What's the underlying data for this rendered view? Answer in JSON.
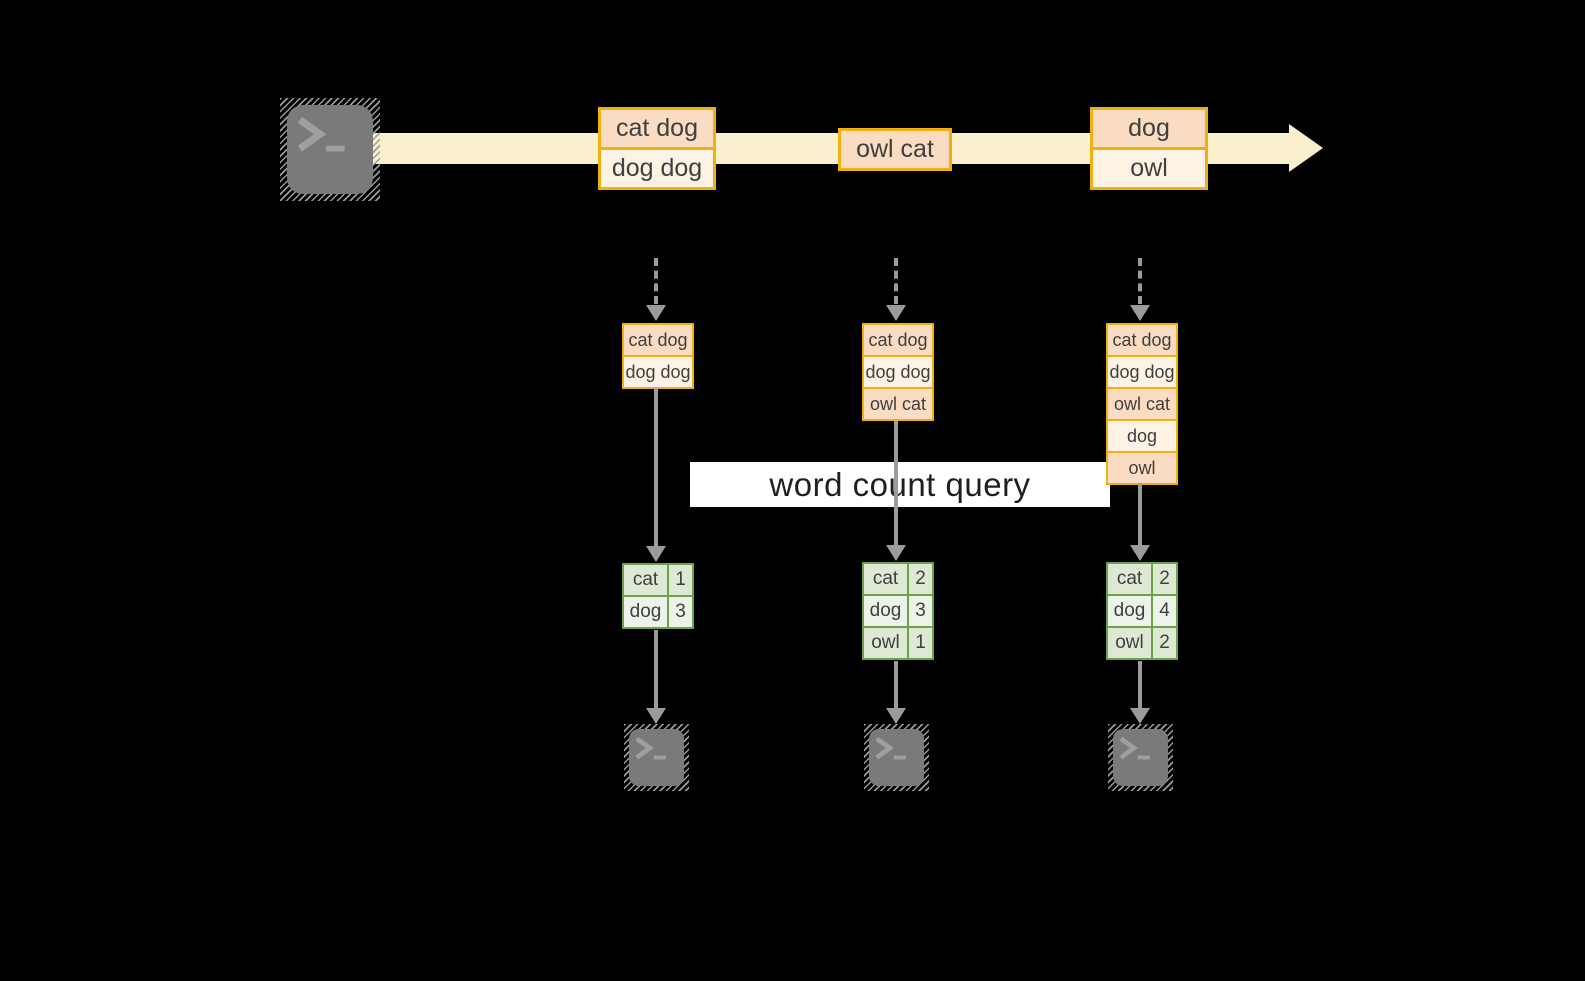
{
  "colors": {
    "background": "#000000",
    "stream_arrow": "#FAF0CE",
    "message_border": "#F0B011",
    "message_fill_dark": "#F9DCC1",
    "message_fill_light": "#FDF2E4",
    "table_border": "#6CA24A",
    "table_fill_dark": "#DEE9D5",
    "table_fill_light": "#EEF3EA",
    "arrow_gray": "#9B9B9B",
    "terminal_fill": "#7A7A7A",
    "query_band_background": "#FFFFFF",
    "text": "#3F3F3F"
  },
  "icons": {
    "source": "terminal-prompt-icon",
    "sinks": [
      "terminal-prompt-icon",
      "terminal-prompt-icon",
      "terminal-prompt-icon"
    ]
  },
  "stream": {
    "groups": [
      {
        "messages": [
          "cat dog",
          "dog dog"
        ]
      },
      {
        "messages": [
          "owl cat"
        ]
      },
      {
        "messages": [
          "dog",
          "owl"
        ]
      }
    ]
  },
  "buffers": [
    {
      "messages": [
        "cat dog",
        "dog dog"
      ]
    },
    {
      "messages": [
        "cat dog",
        "dog dog",
        "owl cat"
      ]
    },
    {
      "messages": [
        "cat dog",
        "dog dog",
        "owl cat",
        "dog",
        "owl"
      ]
    }
  ],
  "query": {
    "label": "word count query"
  },
  "tables": [
    {
      "rows": [
        [
          "cat",
          "1"
        ],
        [
          "dog",
          "3"
        ]
      ]
    },
    {
      "rows": [
        [
          "cat",
          "2"
        ],
        [
          "dog",
          "3"
        ],
        [
          "owl",
          "1"
        ]
      ]
    },
    {
      "rows": [
        [
          "cat",
          "2"
        ],
        [
          "dog",
          "4"
        ],
        [
          "owl",
          "2"
        ]
      ]
    }
  ]
}
